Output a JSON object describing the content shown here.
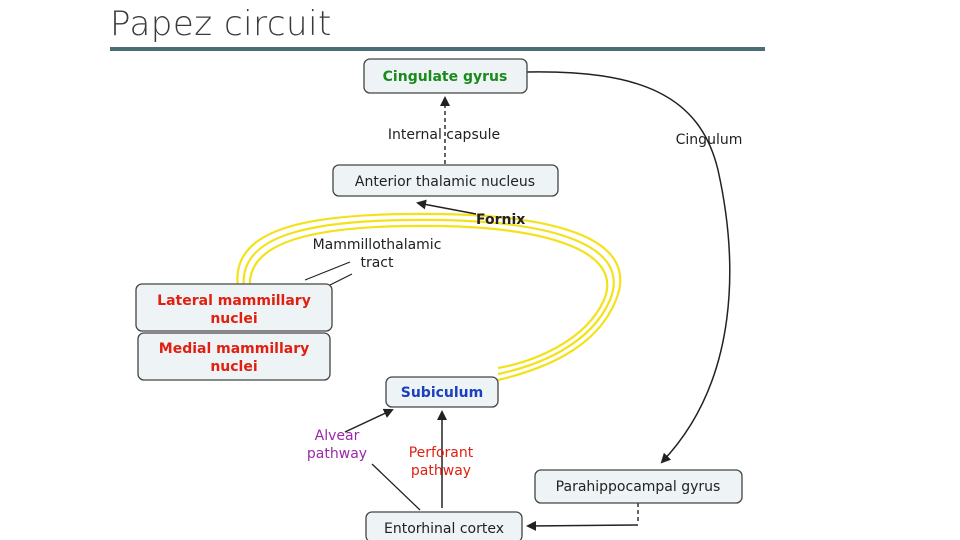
{
  "slide": {
    "title": "Papez circuit"
  },
  "diagram": {
    "nodes": {
      "cingulate_gyrus": {
        "label": "Cingulate gyrus",
        "color": "#1a8a1a"
      },
      "anterior_thalamic_nucleus": {
        "label": "Anterior thalamic nucleus",
        "color": "#222222"
      },
      "lateral_mammillary_nuclei": {
        "line1": "Lateral mammillary",
        "line2": "nuclei",
        "color": "#e02010"
      },
      "medial_mammillary_nuclei": {
        "line1": "Medial mammillary",
        "line2": "nuclei",
        "color": "#e02010"
      },
      "subiculum": {
        "label": "Subiculum",
        "color": "#1a3fc0"
      },
      "parahippocampal_gyrus": {
        "label": "Parahippocampal gyrus",
        "color": "#222222"
      },
      "entorhinal_cortex": {
        "label": "Entorhinal cortex",
        "color": "#222222"
      }
    },
    "edges": {
      "internal_capsule": "Internal capsule",
      "cingulum": "Cingulum",
      "fornix": "Fornix",
      "mammillothalamic_line1": "Mammillothalamic",
      "mammillothalamic_line2": "tract",
      "alvear_line1": "Alvear",
      "alvear_line2": "pathway",
      "perforant_line1": "Perforant",
      "perforant_line2": "pathway"
    },
    "colors": {
      "fornix_tract": "#ffee22",
      "alvear_text": "#9a2aa8",
      "perforant_text": "#e02010",
      "arrow": "#222222"
    }
  }
}
